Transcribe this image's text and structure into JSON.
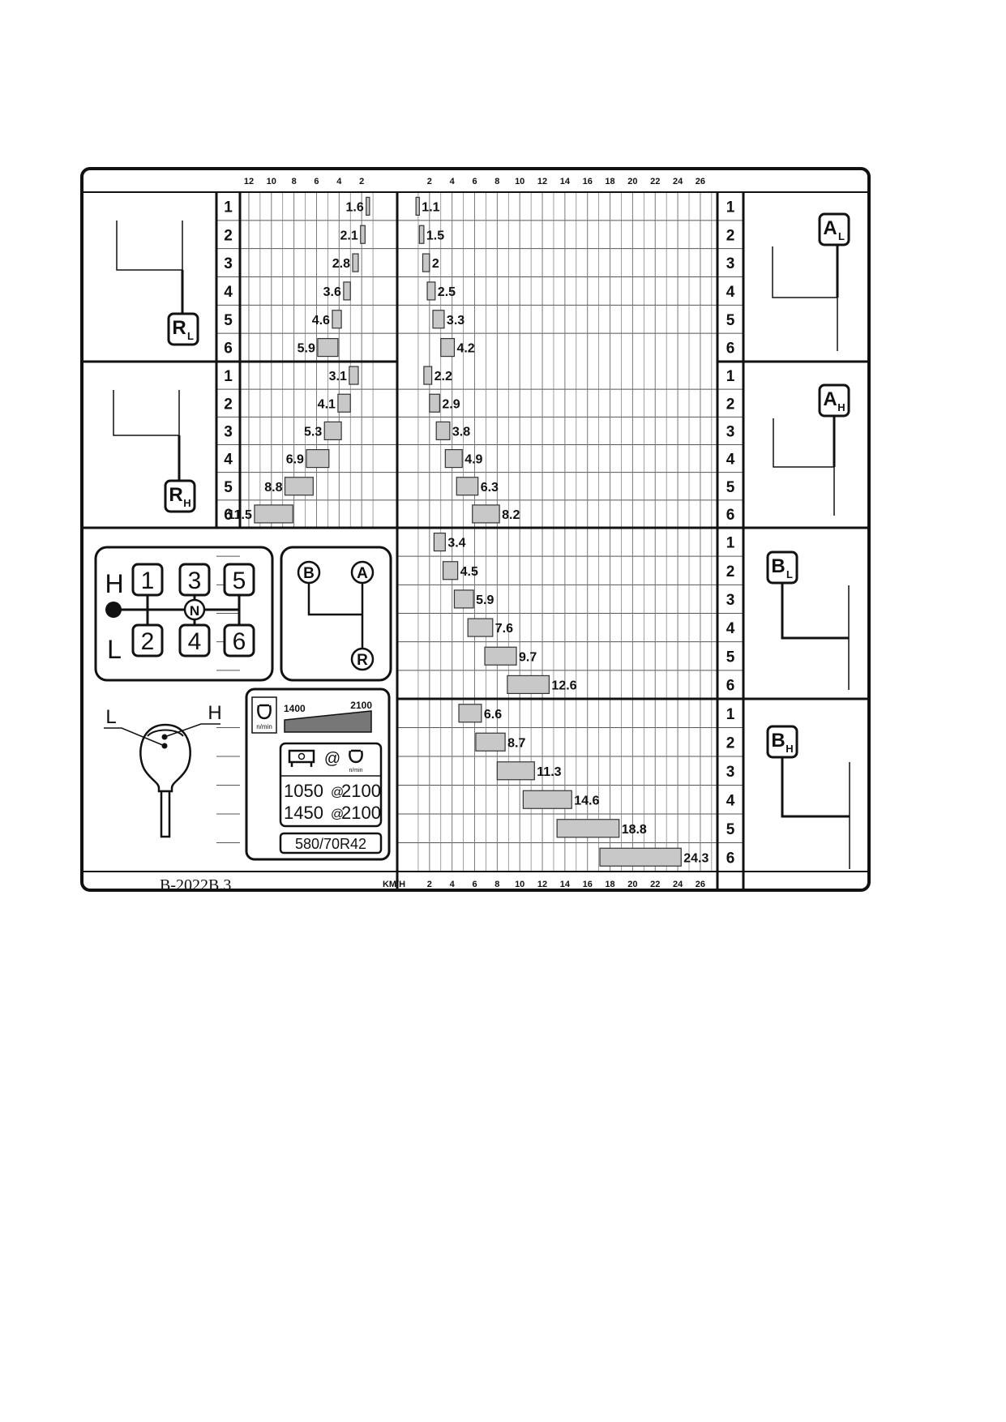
{
  "chart_data": {
    "type": "bar",
    "x_unit_label": "KM/H",
    "left_axis_ticks": [
      12,
      10,
      8,
      6,
      4,
      2
    ],
    "right_axis_ticks": [
      2,
      4,
      6,
      8,
      10,
      12,
      14,
      16,
      18,
      20,
      22,
      24,
      26
    ],
    "gears": [
      "1",
      "2",
      "3",
      "4",
      "5",
      "6"
    ],
    "groups": [
      {
        "name": "RL",
        "letter": "R",
        "sub": "L",
        "side": "left",
        "min": [
          1.3,
          1.7,
          2.3,
          3.0,
          3.8,
          4.1
        ],
        "values": [
          1.6,
          2.1,
          2.8,
          3.6,
          4.6,
          5.9
        ]
      },
      {
        "name": "AL",
        "letter": "A",
        "sub": "L",
        "side": "right",
        "min": [
          0.8,
          1.1,
          1.4,
          1.8,
          2.3,
          3.0
        ],
        "values": [
          1.1,
          1.5,
          2.0,
          2.5,
          3.3,
          4.2
        ]
      },
      {
        "name": "RH",
        "letter": "R",
        "sub": "H",
        "side": "left",
        "min": [
          2.3,
          3.0,
          3.8,
          4.9,
          6.3,
          8.1
        ],
        "values": [
          3.1,
          4.1,
          5.3,
          6.9,
          8.8,
          11.5
        ]
      },
      {
        "name": "AH",
        "letter": "A",
        "sub": "H",
        "side": "right",
        "min": [
          1.5,
          2.0,
          2.6,
          3.4,
          4.4,
          5.8
        ],
        "values": [
          2.2,
          2.9,
          3.8,
          4.9,
          6.3,
          8.2
        ]
      },
      {
        "name": "BL",
        "letter": "B",
        "sub": "L",
        "side": "right",
        "min": [
          2.4,
          3.2,
          4.2,
          5.4,
          6.9,
          8.9
        ],
        "values": [
          3.4,
          4.5,
          5.9,
          7.6,
          9.7,
          12.6
        ]
      },
      {
        "name": "BH",
        "letter": "B",
        "sub": "H",
        "side": "right",
        "min": [
          4.6,
          6.1,
          8.0,
          10.3,
          13.3,
          17.1
        ],
        "values": [
          6.6,
          8.7,
          11.3,
          14.6,
          18.8,
          24.3
        ]
      }
    ]
  },
  "shift_pattern": {
    "h": "H",
    "l": "L",
    "n": "N",
    "top": [
      "1",
      "3",
      "5"
    ],
    "bottom": [
      "2",
      "4",
      "6"
    ]
  },
  "range_pattern": {
    "b": "B",
    "a": "A",
    "r": "R"
  },
  "knob": {
    "l": "L",
    "h": "H"
  },
  "engine": {
    "unit": "n/min",
    "rpm_low": "1400",
    "rpm_high": "2100",
    "at": "@",
    "pto_lines": [
      {
        "pto": "1050",
        "at": "@",
        "rpm": "2100"
      },
      {
        "pto": "1450",
        "at": "@",
        "rpm": "2100"
      }
    ],
    "tyre": "580/70R42"
  },
  "doc_code": "B-2022B.3",
  "colors": {
    "bar": "#c8c8c8",
    "bar_wedge": "#777777",
    "line": "#111111"
  }
}
